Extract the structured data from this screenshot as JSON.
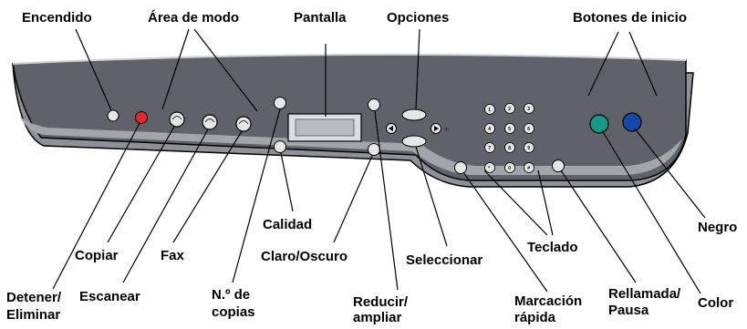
{
  "title": "",
  "labels": {
    "encendido": "Encendido",
    "area_de_modo": "Área de modo",
    "pantalla": "Pantalla",
    "opciones": "Opciones",
    "botones_de_inicio": "Botones de inicio",
    "detener_1": "Detener/",
    "detener_2": "Eliminar",
    "copiar": "Copiar",
    "escanear": "Escanear",
    "fax": "Fax",
    "copias_1": "N.º de",
    "copias_2": "copias",
    "calidad": "Calidad",
    "claro_oscuro": "Claro/Oscuro",
    "reducir_1": "Reducir/",
    "reducir_2": "ampliar",
    "seleccionar": "Seleccionar",
    "teclado": "Teclado",
    "marcacion_1": "Marcación",
    "marcacion_2": "rápida",
    "rellamada_1": "Rellamada/",
    "rellamada_2": "Pausa",
    "color": "Color",
    "negro": "Negro"
  },
  "keypad": [
    "1",
    "2",
    "3",
    "4",
    "5",
    "6",
    "7",
    "8",
    "9",
    "*",
    "0",
    "#"
  ],
  "colors": {
    "panel": "#5f6268",
    "panel_light": "#9c9fa4",
    "panel_edge": "#b9bcc0",
    "stop_button": "#e8262e",
    "color_button": "#169a86",
    "black_button": "#1549a6"
  }
}
